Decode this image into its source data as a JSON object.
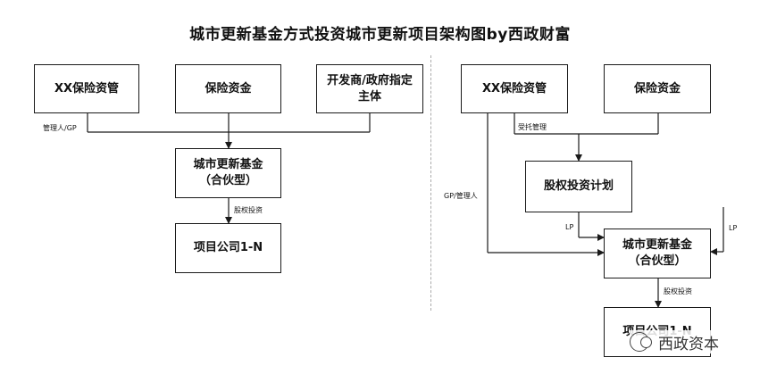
{
  "title": "城市更新基金方式投资城市更新项目架构图by西政财富",
  "left": {
    "boxes": {
      "xx_insurance": "XX保险资管",
      "insurance_funds": "保险资金",
      "developer_line1": "开发商/政府指定",
      "developer_line2": "主体",
      "fund_line1": "城市更新基金",
      "fund_line2": "（合伙型）",
      "project_company": "项目公司1-N"
    },
    "labels": {
      "manager_gp": "管理人/GP",
      "equity_investment": "股权投资"
    }
  },
  "right": {
    "boxes": {
      "xx_insurance": "XX保险资管",
      "insurance_funds": "保险资金",
      "equity_plan": "股权投资计划",
      "fund_line1": "城市更新基金",
      "fund_line2": "（合伙型）",
      "project_company": "项目公司1-N"
    },
    "labels": {
      "entrusted_management": "受托管理",
      "gp_manager": "GP/管理人",
      "lp_left": "LP",
      "lp_right": "LP",
      "equity_investment": "股权投资"
    }
  },
  "watermark": {
    "icon": "wechat-icon",
    "text": "西政资本"
  },
  "colors": {
    "line": "#1a1a1a",
    "box_border": "#1a1a1a",
    "divider": "#aaaaaa"
  }
}
